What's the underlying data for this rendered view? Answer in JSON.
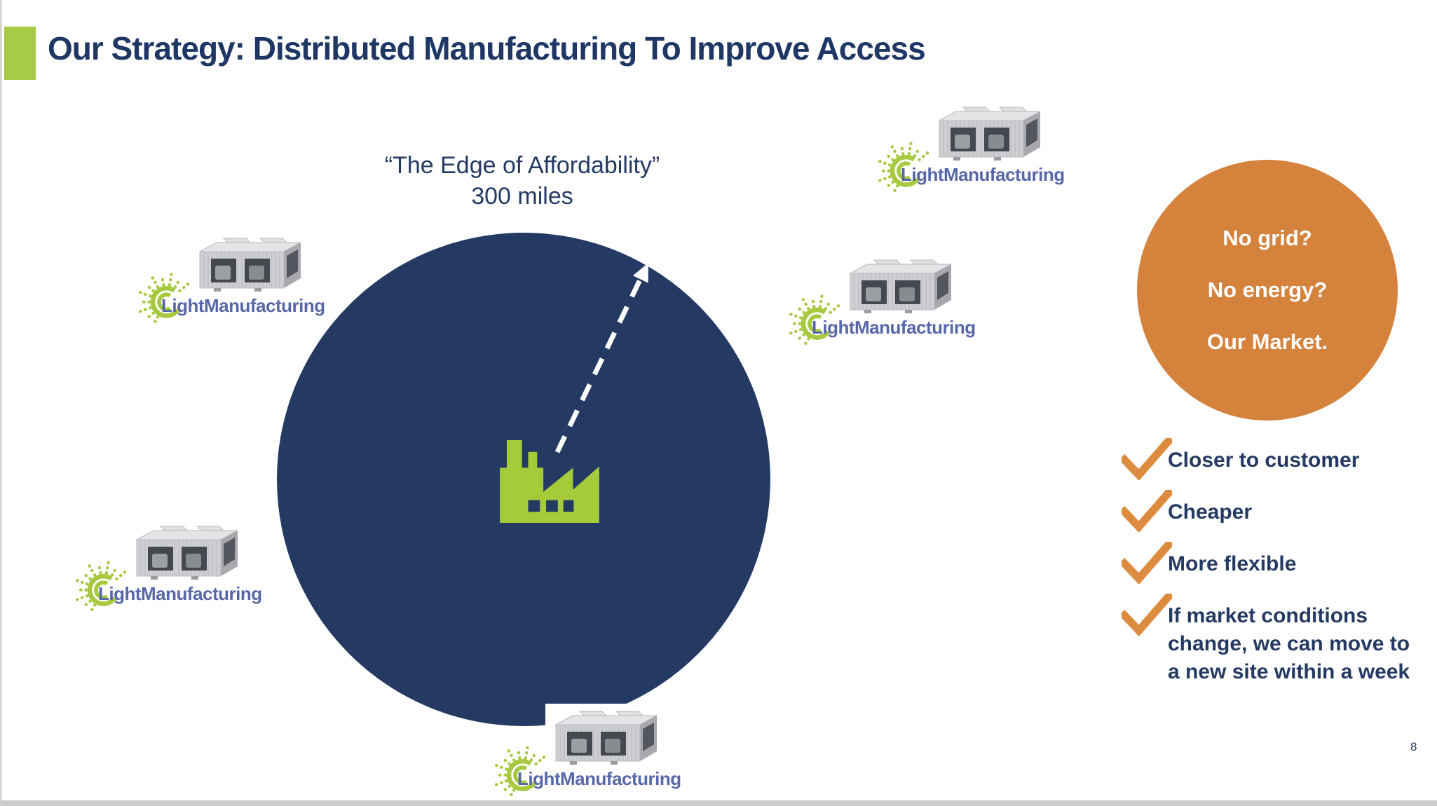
{
  "slide": {
    "title": "Our Strategy: Distributed Manufacturing To Improve Access",
    "page_number": "8"
  },
  "map": {
    "radius_label_line1": "“The Edge of Affordability”",
    "radius_label_line2": "300 miles"
  },
  "logo": {
    "label": "LightManufacturing"
  },
  "market_circle": {
    "lines": [
      "No grid?",
      "No energy?",
      "Our Market."
    ]
  },
  "checklist": {
    "items": [
      "Closer to customer",
      "Cheaper",
      "More flexible",
      "If market conditions change, we can move to a new site within a week"
    ]
  },
  "icons": {
    "checkmark": "✓",
    "factory": "green-factory-silhouette",
    "sunburst": "green-sun-rays",
    "container_unit": "gray-shipping-container-factory",
    "arrow": "white-dashed-arrow-to-circle-edge"
  },
  "colors": {
    "navy": "#243a62",
    "title_navy": "#1e3765",
    "green": "#a7cb45",
    "orange": "#d5823c",
    "logo_blue": "#5767a8",
    "border_gray": "#cbcbcb"
  }
}
